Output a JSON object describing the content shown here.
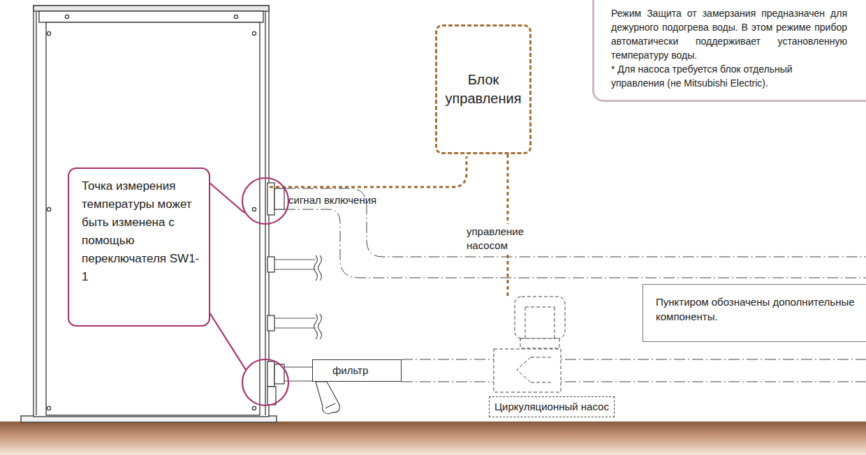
{
  "diagram": {
    "nodes": [
      {
        "text": [
          "Режим Защита от замерзания предназначен для дежурного подогрева воды. В этом режиме прибор автоматически поддерживает установленную температуру воды.",
          "* Для насоса требуется блок отдельный управления (не Mitsubishi Electric)."
        ]
      },
      {
        "text": [
          "Блок управления"
        ]
      },
      {
        "text": [
          "Точка измерения температуры может быть изменена с помощью переключателя SW1-1"
        ]
      },
      {
        "text": [
          "фильтр"
        ]
      },
      {
        "text": [
          "Циркуляционный насос"
        ]
      },
      {
        "text": [
          "Пунктиром обозначены дополнительные компоненты."
        ]
      }
    ],
    "edges": [
      {
        "from": 1,
        "to": 4,
        "arrow": "none",
        "label": "управление насосом"
      }
    ],
    "labels": [
      "сигнал включения"
    ]
  }
}
